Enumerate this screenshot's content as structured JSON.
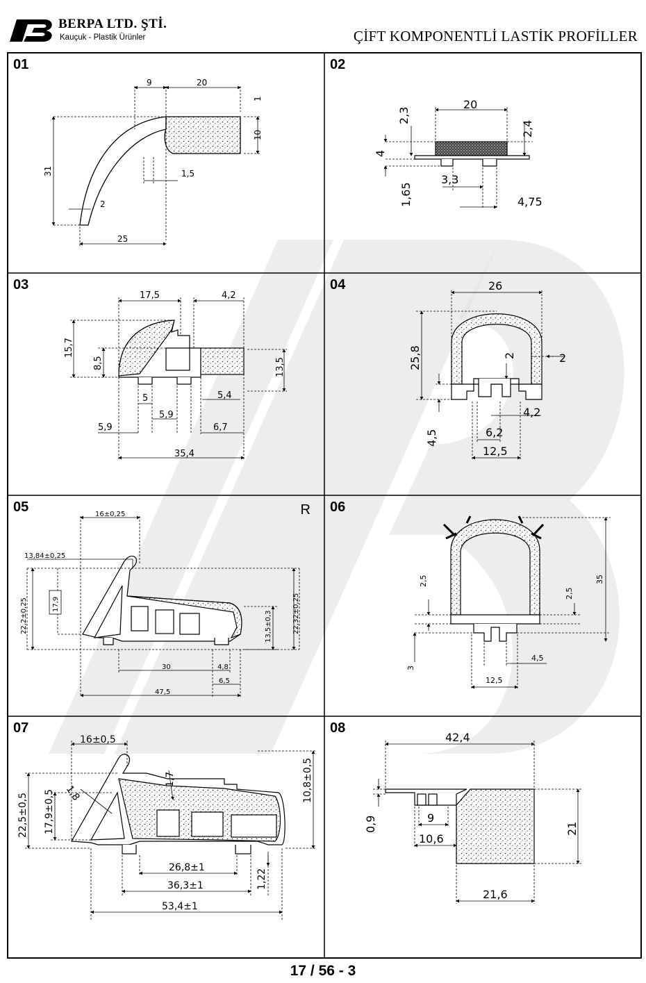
{
  "header": {
    "logo_text": "B",
    "company": "BERPA LTD. ŞTİ.",
    "tagline": "Kauçuk - Plastik Ürünler",
    "title": "ÇİFT KOMPONENTLİ LASTİK PROFİLLER"
  },
  "profiles": [
    {
      "number": "01",
      "dims": [
        "9",
        "20",
        "1",
        "10",
        "31",
        "1,5",
        "2",
        "25"
      ]
    },
    {
      "number": "02",
      "dims": [
        "20",
        "2,3",
        "2,4",
        "4",
        "3,3",
        "1,65",
        "4,75"
      ]
    },
    {
      "number": "03",
      "dims": [
        "17,5",
        "4,2",
        "15,7",
        "8,5",
        "13,5",
        "5",
        "5,4",
        "5,9",
        "5,9",
        "6,7",
        "35,4"
      ]
    },
    {
      "number": "04",
      "dims": [
        "26",
        "25,8",
        "2",
        "2",
        "4,5",
        "4,2",
        "6,2",
        "12,5"
      ]
    },
    {
      "number": "05",
      "mark": "R",
      "dims": [
        "16±0,25",
        "13,84±0,25",
        "22,2±0,25",
        "17,9",
        "22,32±0,25",
        "13,5±0,3",
        "30",
        "4,8",
        "6,5",
        "47,5"
      ]
    },
    {
      "number": "06",
      "dims": [
        "35",
        "2,5",
        "2,5",
        "3",
        "4,5",
        "12,5"
      ]
    },
    {
      "number": "07",
      "dims": [
        "16±0,5",
        "1,8",
        "1,7",
        "10,8±0,5",
        "22,5±0,5",
        "17,9±0,5",
        "26,8±1",
        "36,3±1",
        "1,22",
        "53,4±1"
      ]
    },
    {
      "number": "08",
      "dims": [
        "42,4",
        "0,9",
        "9",
        "10,6",
        "21",
        "21,6"
      ]
    }
  ],
  "footer": {
    "page_number": "17 / 56 - 3"
  }
}
